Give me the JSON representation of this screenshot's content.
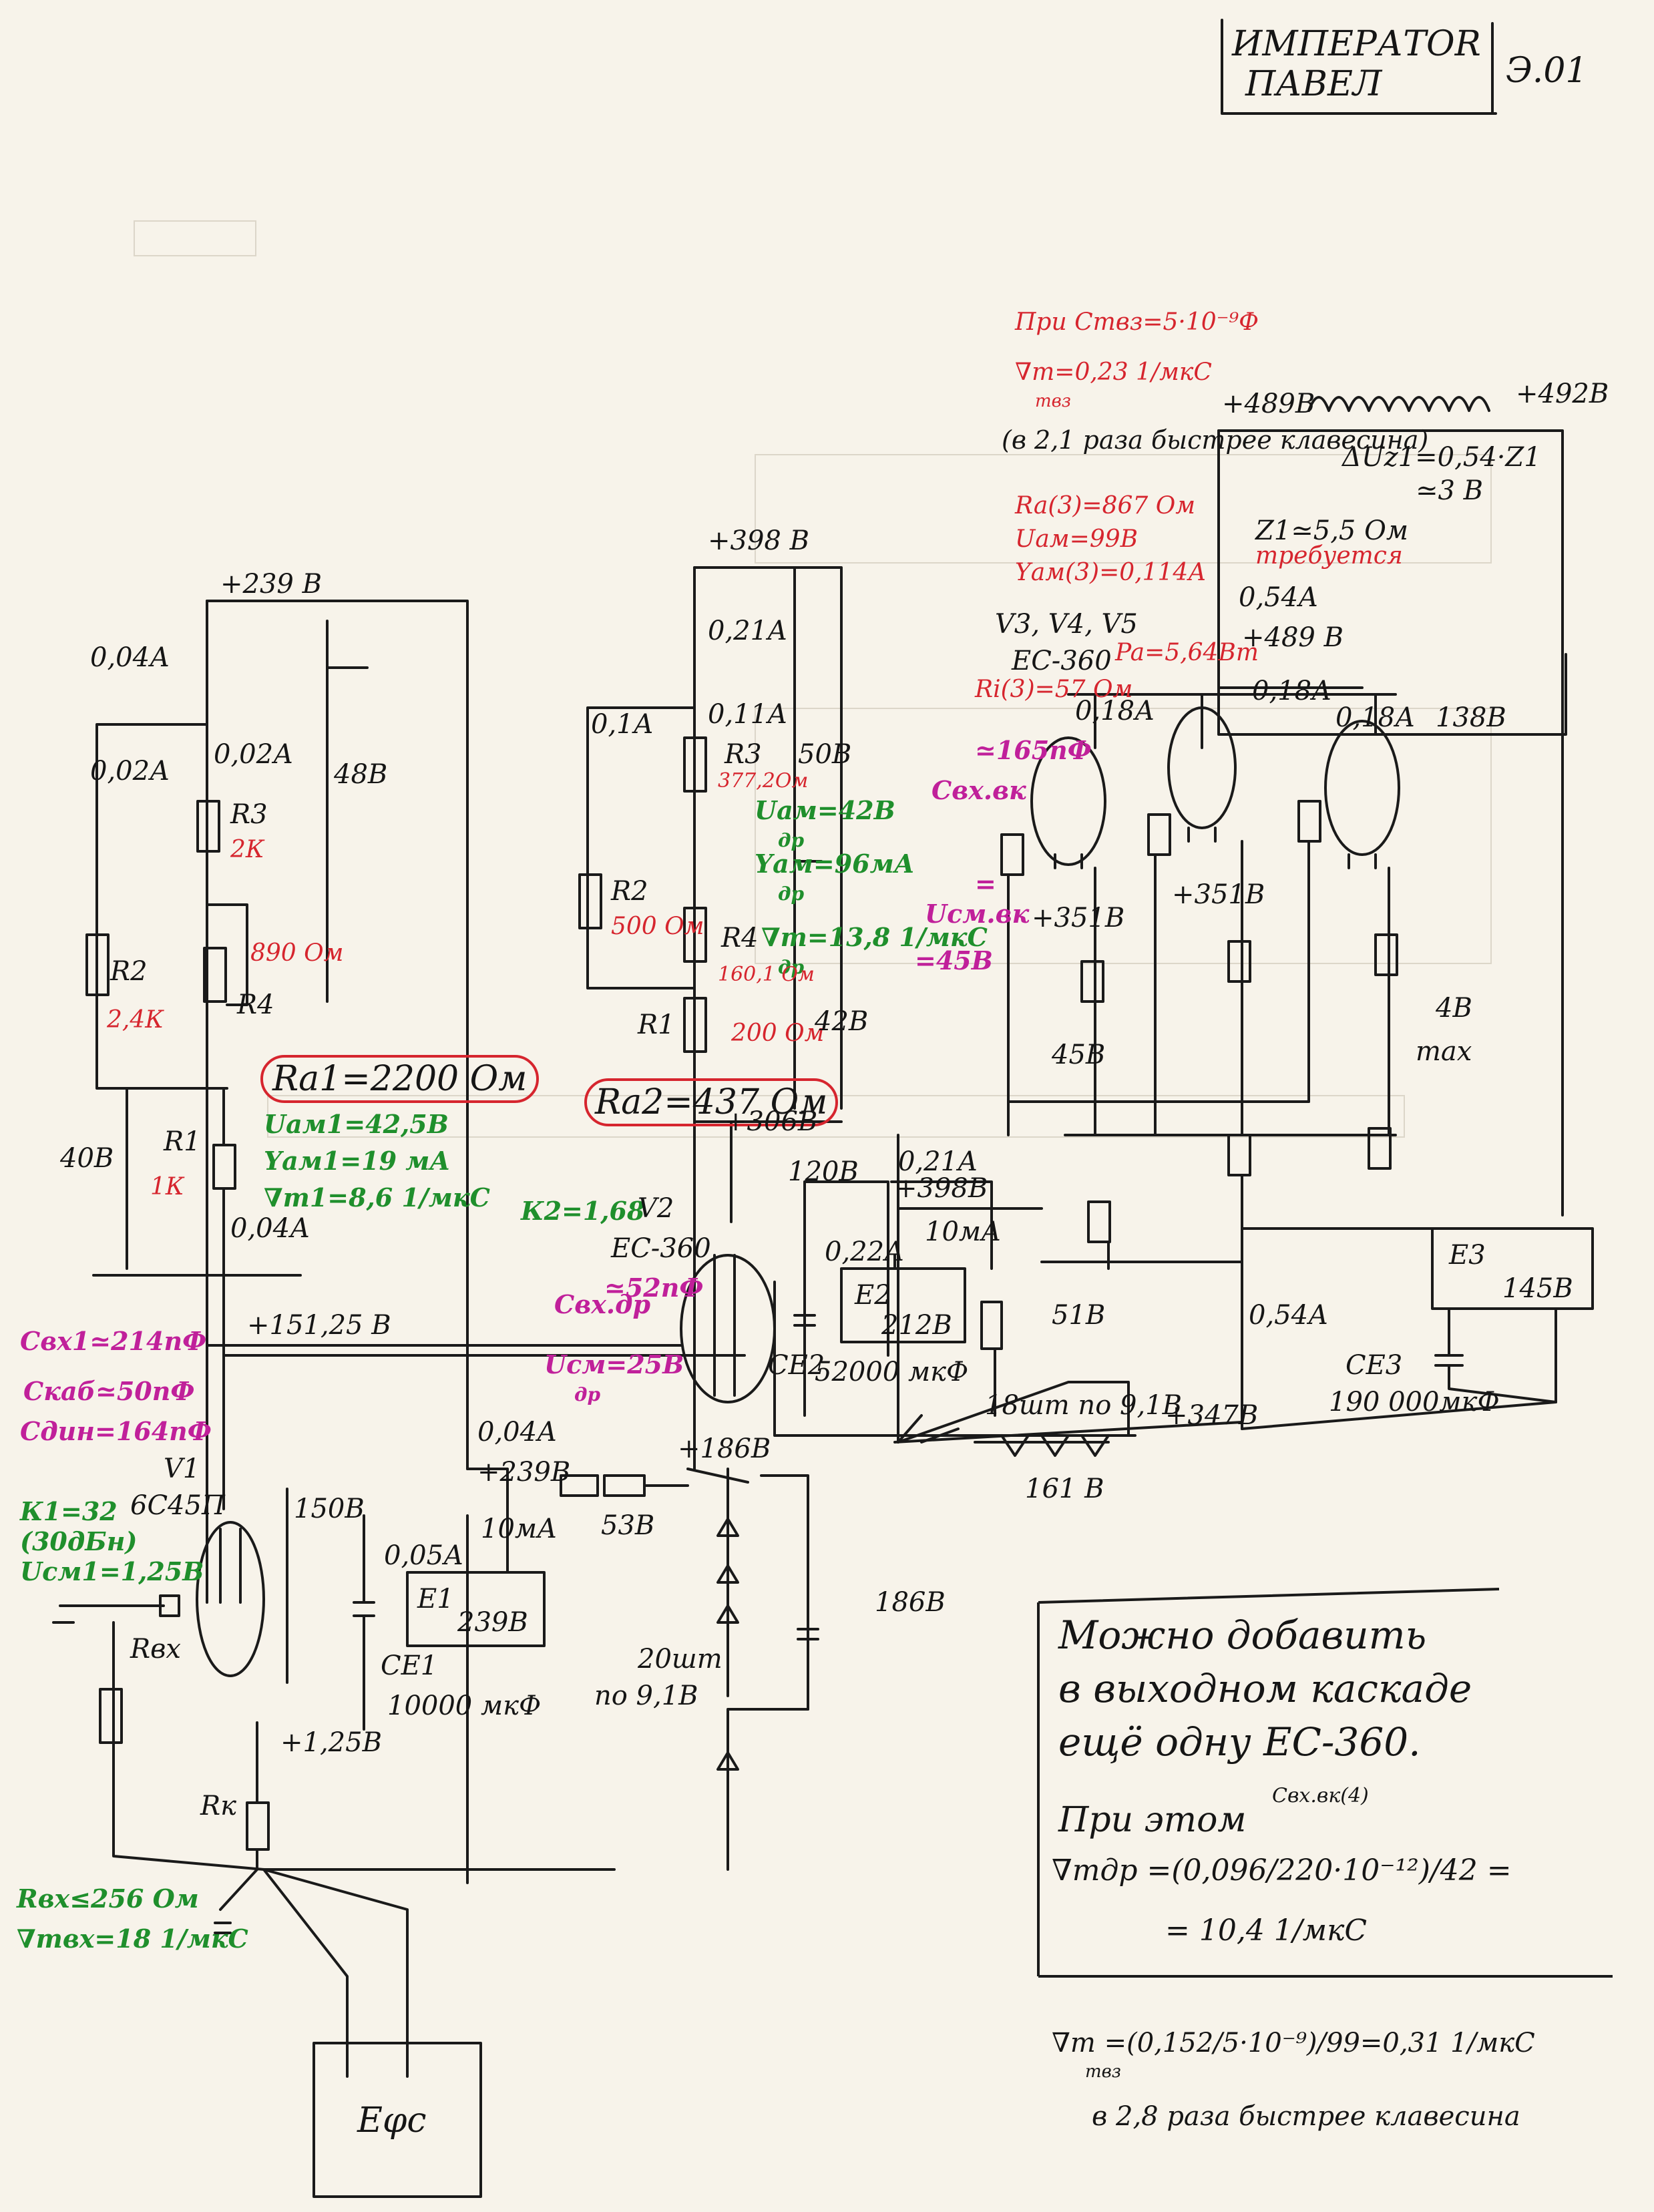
{
  "title_block": {
    "line1": "ИМПЕРАТОR",
    "line2": "ПАВЕЛ",
    "sheet": "Э.01"
  },
  "stage1": {
    "supply": "+239 В",
    "i_total": "0,04А",
    "i_div": "0,02А",
    "i_div2": "0,02А",
    "r3": "R3",
    "r3_val": "2К",
    "r4": "R4",
    "r4_val": "890 Ом",
    "r2": "R2",
    "r2_val": "2,4К",
    "r1": "R1",
    "r1_val": "1К",
    "v48": "48В",
    "v40": "40В",
    "i_r1": "0,04А",
    "ra1": "Rа1=2200 Ом",
    "uam1": "Uам1=42,5В",
    "yam1": "Yам1=19 мА",
    "vm1": "∇m1=8,6 1/мкС",
    "v151": "+151,25 В",
    "cin": "Свх1≃214пФ",
    "ccab": "Скаб≃50пФ",
    "cdyn": "Сдин=164пФ",
    "v1": "V1",
    "tube": "6С45П",
    "k1": "К1=32",
    "k1db": "(30дБн)",
    "ucm1": "Uсм1=1,25В",
    "v150": "150В",
    "rvx": "Rвх",
    "rk": "Rк",
    "vk": "+1,25В",
    "rvx_max": "Rвх≤256 Ом",
    "vmvx": "∇mвх=18 1/мкС"
  },
  "e1": {
    "name": "E1",
    "volt": "239В",
    "c": "СЕ1",
    "c_val": "10000 мкФ",
    "i": "0,05А",
    "i2": "0,04А",
    "v": "+239В",
    "i10": "10мА"
  },
  "stage2": {
    "supply": "+398 В",
    "i1": "0,21А",
    "i2": "0,11А",
    "i3": "0,1А",
    "r3": "R3",
    "r3_val": "377,2Ом",
    "r2": "R2",
    "r2_val": "500 Ом",
    "r4": "R4",
    "r4_val": "160,1 Ом",
    "r1": "R1",
    "r1_val": "200 Ом",
    "v50": "50В",
    "v42": "42В",
    "uam": "Uам=42В",
    "uam_sub": "др",
    "yam": "Yам=96мА",
    "yam_sub": "др",
    "vm": "∇m=13,8 1/мкС",
    "vm_sub": "др",
    "ucm_vk": "Uсм.вк",
    "ucm_eq": "=",
    "v45": "=45В",
    "ra2": "Rа2=437 Ом",
    "v306": "+306В",
    "k2": "К2=1,68",
    "v2": "V2",
    "tube": "ЕС-360",
    "cvx": "Свх.др",
    "cvx_val": "≃52пФ",
    "ucm": "Uсм=25В",
    "ucm_sub": "др",
    "v120": "120В",
    "i021": "0,21А",
    "v398b": "+398В",
    "i022": "0,22А",
    "i10": "10мА"
  },
  "e2": {
    "name": "E2",
    "volt": "212В",
    "c": "СЕ2",
    "c_val": "52000 мкФ",
    "v51": "51В"
  },
  "zener": {
    "str1": "18шт по 9,1В",
    "v347": "+347В",
    "v161": "161 В",
    "v186": "+186В",
    "v53": "53В",
    "str2": "20шт",
    "str2b": "по 9,1В",
    "v186b": "186В"
  },
  "output": {
    "tubes": "V3, V4, V5",
    "tube": "ЕС-360",
    "ra3": "Ra(3)=867 Ом",
    "uam": "Uам=99В",
    "yam3": "Yам(3)=0,114А",
    "ri3": "Ri(3)=57 Ом",
    "pa": "Pa=5,64Вт",
    "cvx": "≃165пФ",
    "cvx_lbl": "Свх.вк",
    "v489": "+489В",
    "v489b": "+489 В",
    "v492": "+492В",
    "i054": "0,54А",
    "i018a": "0,18А",
    "i018b": "0,18А",
    "i018c": "0,18А",
    "v138": "138В",
    "v351a": "+351В",
    "v351b": "+351В",
    "v45": "45В",
    "v4": "4В",
    "max": "max",
    "du": "ΔUz1=0,54·Z1",
    "du2": "≃3 В",
    "z1": "Z1≃5,5 Ом",
    "z1_note": "требуется",
    "ctv": "При Ствз=5·10⁻⁹Ф",
    "vmtv": "∇m=0,23 1/мкС",
    "vmtv_sub": "твз",
    "faster": "(в 2,1 раза быстрее клавесина)",
    "i054b": "0,54А"
  },
  "e3": {
    "name": "E3",
    "volt": "145В",
    "c": "СЕ3",
    "c_val": "190 000мкФ"
  },
  "efc": {
    "name": "Еφс"
  },
  "notes": {
    "l1": "Можно добавить",
    "l2": "в выходном каскаде",
    "l3": "ещё одну ЕС-360.",
    "l4": "При этом",
    "l4b": "Свх.вк(4)",
    "f1": "∇mдр =(0,096/220·10⁻¹²)/42 =",
    "f2": "= 10,4 1/мкС",
    "f3": "∇m =(0,152/5·10⁻⁹)/99=0,31 1/мкС",
    "f3_sub": "твз",
    "f4": "в 2,8 раза быстрее клавесина"
  },
  "colors": {
    "ink": "#151515",
    "red": "#d6252e",
    "green": "#1f8f2c",
    "magenta": "#c0209a",
    "paper": "#f7f3ea"
  }
}
